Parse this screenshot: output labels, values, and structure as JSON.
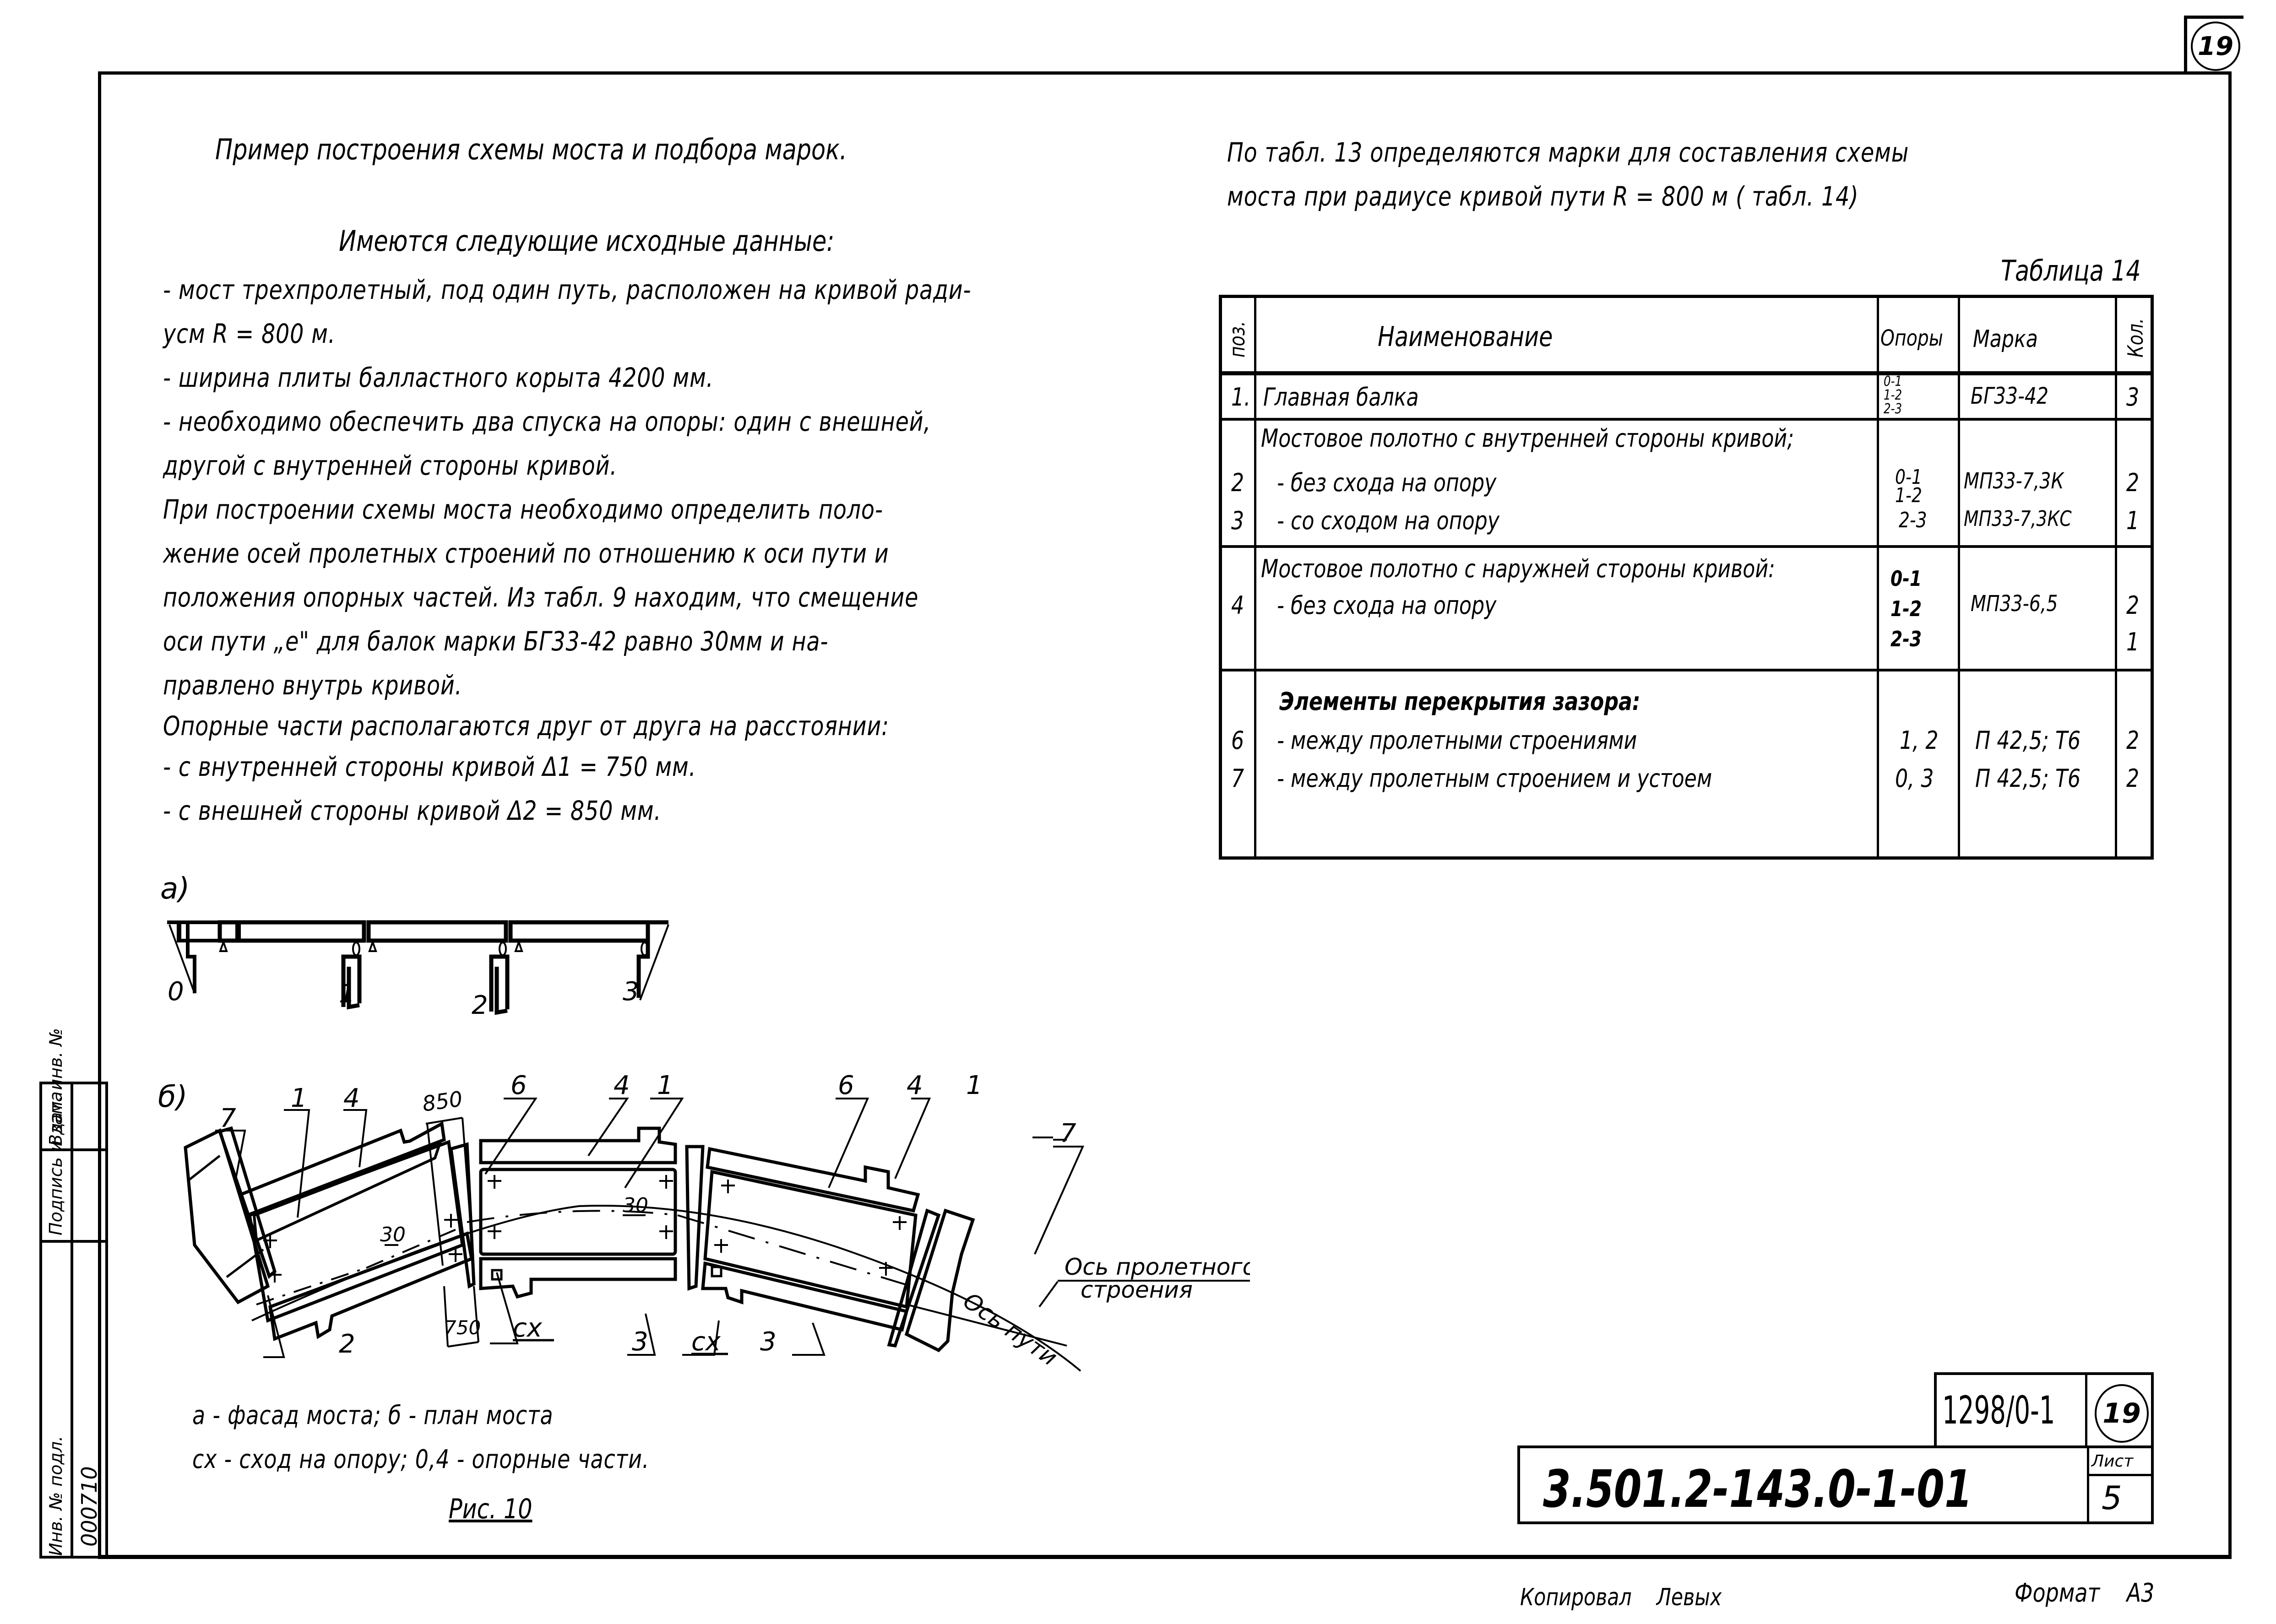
{
  "sheet": {
    "page_number_top": "19",
    "format_label": "Формат",
    "format_value": "А3",
    "copied_by_label": "Копировал",
    "copied_by_name": "Левых"
  },
  "left_text": {
    "title": "Пример построения схемы моста и подбора марок.",
    "subtitle": "Имеются следующие исходные данные:",
    "lines": [
      "- мост трехпролетный, под один путь, расположен на кривой  ради-",
      "усм     R = 800 м.",
      "- ширина плиты балластного  корыта   4200 мм.",
      "- необходимо  обеспечить два спуска на опоры: один с внешней,",
      "другой с внутренней  стороны  кривой.",
      "      При построении схемы моста необходимо определить поло-",
      "жение осей пролетных строений по отношению к оси пути  и",
      "положения  опорных  частей.  Из табл. 9 находим, что смещение",
      "оси пути „е\" для балок марки БГ33-42 равно  30мм  и на-",
      "правлено  внутрь  кривой.",
      "Опорные части располагаются друг от друга на расстоянии:",
      "  - с внутренней  стороны  кривой  Δ1 = 750 мм.",
      "  - с внешней  стороны  кривой   Δ2 = 850 мм."
    ]
  },
  "right_text": {
    "lines": [
      "По табл. 13  определяются марки  для  составления  схемы",
      "моста  при  радиусе  кривой  пути   R = 800 м ( табл. 14)"
    ],
    "table_caption": "Таблица 14"
  },
  "table14": {
    "headers": {
      "pos": "поз.",
      "name": "Наименование",
      "supports": "Опоры",
      "mark": "Марка",
      "qty": "Кол."
    },
    "rows": [
      {
        "pos": "1.",
        "name": "Главная  балка",
        "supports": [
          "0-1",
          "1-2",
          "2-3"
        ],
        "mark": "БГ33-42",
        "qty": "3"
      },
      {
        "group": "Мостовое полотно с внутренней стороны кривой;"
      },
      {
        "pos": "2",
        "name": "- без схода  на  опору",
        "supports": [
          "0-1",
          "1-2"
        ],
        "mark": "МП33-7,3К",
        "qty": "2"
      },
      {
        "pos": "3",
        "name": "- со  сходом  на  опору",
        "supports": [
          "2-3"
        ],
        "mark": "МП33-7,3КС",
        "qty": "1"
      },
      {
        "group": "Мостовое полотно с наружней стороны кривой:"
      },
      {
        "pos": "4",
        "name": "- без  схода  на  опору",
        "supports": [
          "0-1",
          "1-2",
          "2-3"
        ],
        "mark": "МП33-6,5",
        "qty": [
          "2",
          "1"
        ]
      },
      {
        "group": "Элементы перекрытия зазора:"
      },
      {
        "pos": "6",
        "name": "- между  пролетными  строениями",
        "supports": [
          "1, 2"
        ],
        "mark": "П 42,5; Т6",
        "qty": "2"
      },
      {
        "pos": "7",
        "name": "- между  пролетным строением  и устоем",
        "supports": [
          "0, 3"
        ],
        "mark": "П 42,5; Т6",
        "qty": "2"
      }
    ]
  },
  "figure": {
    "label_a": "а)",
    "label_b": "б)",
    "facade_support_labels": [
      "0",
      "1",
      "2",
      "3"
    ],
    "plan_callouts": [
      "7",
      "1",
      "4",
      "850",
      "6",
      "4",
      "1",
      "6",
      "4",
      "1",
      "7",
      "30",
      "30",
      "750",
      "сх",
      "2",
      "3",
      "сх",
      "3"
    ],
    "axis_span_label_1": "Ось пролетного",
    "axis_span_label_2": "строения",
    "axis_track_label": "Ось пути",
    "dim_850": "850",
    "dim_750": "750",
    "dim_30": "30",
    "cx": "сх",
    "caption_line_1": "а - фасад  моста;   б - план  моста",
    "caption_line_2": "сх - сход  на  опору;  0,4 - опорные   части.",
    "caption_title": "Рис. 10"
  },
  "side_stamp": {
    "cells": [
      {
        "label": "Взам. инв. №",
        "value": ""
      },
      {
        "label": "Подпись и дата",
        "value": ""
      },
      {
        "label": "Инв. № подл.",
        "value": "000710"
      }
    ]
  },
  "title_block": {
    "archive_no": "1298/0-1",
    "archive_circle": "19",
    "designation": "3.501.2-143.0-1-01",
    "sheet_label": "Лист",
    "sheet_no": "5"
  }
}
